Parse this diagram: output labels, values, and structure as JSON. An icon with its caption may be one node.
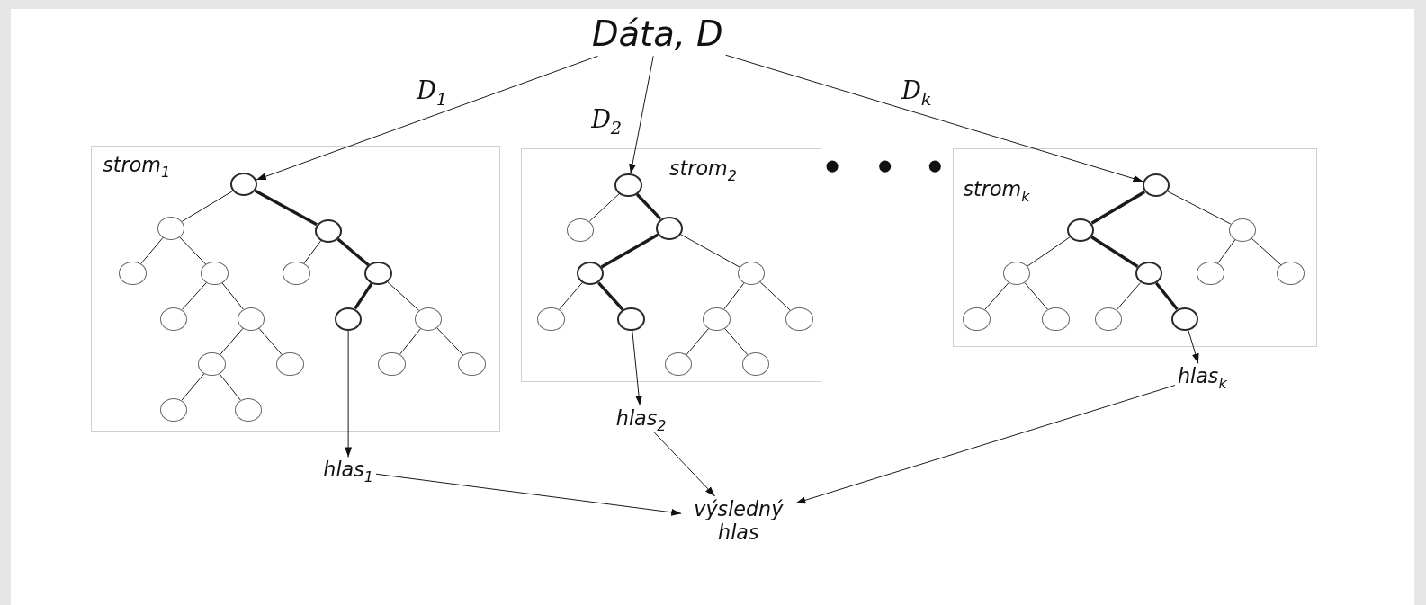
{
  "diagram": {
    "nodes": [
      {
        "text": [
          "Dáta, D"
        ]
      },
      {
        "text": [
          "strom$_{1}$"
        ]
      },
      {
        "text": [],
        "shape": "circle",
        "in": 1
      },
      {
        "text": [],
        "shape": "circle",
        "in": 1
      },
      {
        "text": [],
        "shape": "circle",
        "in": 1
      },
      {
        "text": [],
        "shape": "circle",
        "in": 1
      },
      {
        "text": [],
        "shape": "circle",
        "in": 1
      },
      {
        "text": [],
        "shape": "circle",
        "in": 1
      },
      {
        "text": [],
        "shape": "circle",
        "in": 1
      },
      {
        "text": [],
        "shape": "circle",
        "in": 1
      },
      {
        "text": [],
        "shape": "circle",
        "in": 1
      },
      {
        "text": [],
        "shape": "circle",
        "in": 1
      },
      {
        "text": [],
        "shape": "circle",
        "in": 1
      },
      {
        "text": [],
        "shape": "circle",
        "in": 1
      },
      {
        "text": [],
        "shape": "circle",
        "in": 1
      },
      {
        "text": [],
        "shape": "circle",
        "in": 1
      },
      {
        "text": [],
        "shape": "circle",
        "in": 1
      },
      {
        "text": [],
        "shape": "circle",
        "in": 1
      },
      {
        "text": [],
        "shape": "circle",
        "in": 1
      },
      {
        "text": [
          "strom$_{2}$"
        ]
      },
      {
        "text": [],
        "shape": "circle",
        "in": 19
      },
      {
        "text": [],
        "shape": "circle",
        "in": 19
      },
      {
        "text": [],
        "shape": "circle",
        "in": 19
      },
      {
        "text": [],
        "shape": "circle",
        "in": 19
      },
      {
        "text": [],
        "shape": "circle",
        "in": 19
      },
      {
        "text": [],
        "shape": "circle",
        "in": 19
      },
      {
        "text": [],
        "shape": "circle",
        "in": 19
      },
      {
        "text": [],
        "shape": "circle",
        "in": 19
      },
      {
        "text": [],
        "shape": "circle",
        "in": 19
      },
      {
        "text": [],
        "shape": "circle",
        "in": 19
      },
      {
        "text": [],
        "shape": "circle",
        "in": 19
      },
      {
        "text": [
          "strom$_{k}$"
        ]
      },
      {
        "text": [],
        "shape": "circle",
        "in": 31
      },
      {
        "text": [],
        "shape": "circle",
        "in": 31
      },
      {
        "text": [],
        "shape": "circle",
        "in": 31
      },
      {
        "text": [],
        "shape": "circle",
        "in": 31
      },
      {
        "text": [],
        "shape": "circle",
        "in": 31
      },
      {
        "text": [],
        "shape": "circle",
        "in": 31
      },
      {
        "text": [],
        "shape": "circle",
        "in": 31
      },
      {
        "text": [],
        "shape": "circle",
        "in": 31
      },
      {
        "text": [],
        "shape": "circle",
        "in": 31
      },
      {
        "text": [],
        "shape": "circle",
        "in": 31
      },
      {
        "text": [],
        "shape": "circle",
        "in": 31
      },
      {
        "text": [
          "hlas$_{1}$"
        ]
      },
      {
        "text": [
          "hlas$_{2}$"
        ]
      },
      {
        "text": [
          "hlas$_{k}$"
        ]
      },
      {
        "text": [
          "výsledný hlas"
        ]
      }
    ],
    "edges": [
      {
        "from": 0,
        "to": 2,
        "arrow": "to",
        "label": "D$_{1}$"
      },
      {
        "from": 0,
        "to": 20,
        "arrow": "to",
        "label": "D$_{2}$"
      },
      {
        "from": 0,
        "to": 32,
        "arrow": "to",
        "label": "D$_{k}$"
      },
      {
        "from": 2,
        "to": 3,
        "arrow": "none"
      },
      {
        "from": 2,
        "to": 4,
        "arrow": "none",
        "style": "thick"
      },
      {
        "from": 3,
        "to": 5,
        "arrow": "none"
      },
      {
        "from": 3,
        "to": 6,
        "arrow": "none"
      },
      {
        "from": 6,
        "to": 7,
        "arrow": "none"
      },
      {
        "from": 6,
        "to": 8,
        "arrow": "none"
      },
      {
        "from": 8,
        "to": 9,
        "arrow": "none"
      },
      {
        "from": 8,
        "to": 10,
        "arrow": "none"
      },
      {
        "from": 9,
        "to": 11,
        "arrow": "none"
      },
      {
        "from": 9,
        "to": 12,
        "arrow": "none"
      },
      {
        "from": 4,
        "to": 13,
        "arrow": "none"
      },
      {
        "from": 4,
        "to": 14,
        "arrow": "none",
        "style": "thick"
      },
      {
        "from": 14,
        "to": 15,
        "arrow": "none",
        "style": "thick"
      },
      {
        "from": 14,
        "to": 16,
        "arrow": "none"
      },
      {
        "from": 16,
        "to": 17,
        "arrow": "none"
      },
      {
        "from": 16,
        "to": 18,
        "arrow": "none"
      },
      {
        "from": 20,
        "to": 21,
        "arrow": "none"
      },
      {
        "from": 20,
        "to": 22,
        "arrow": "none",
        "style": "thick"
      },
      {
        "from": 22,
        "to": 23,
        "arrow": "none",
        "style": "thick"
      },
      {
        "from": 22,
        "to": 24,
        "arrow": "none"
      },
      {
        "from": 23,
        "to": 25,
        "arrow": "none"
      },
      {
        "from": 23,
        "to": 26,
        "arrow": "none",
        "style": "thick"
      },
      {
        "from": 24,
        "to": 27,
        "arrow": "none"
      },
      {
        "from": 24,
        "to": 28,
        "arrow": "none"
      },
      {
        "from": 27,
        "to": 29,
        "arrow": "none"
      },
      {
        "from": 27,
        "to": 30,
        "arrow": "none"
      },
      {
        "from": 32,
        "to": 33,
        "arrow": "none",
        "style": "thick"
      },
      {
        "from": 32,
        "to": 34,
        "arrow": "none"
      },
      {
        "from": 33,
        "to": 35,
        "arrow": "none"
      },
      {
        "from": 33,
        "to": 36,
        "arrow": "none",
        "style": "thick"
      },
      {
        "from": 34,
        "to": 37,
        "arrow": "none"
      },
      {
        "from": 34,
        "to": 38,
        "arrow": "none"
      },
      {
        "from": 35,
        "to": 39,
        "arrow": "none"
      },
      {
        "from": 35,
        "to": 40,
        "arrow": "none"
      },
      {
        "from": 36,
        "to": 41,
        "arrow": "none"
      },
      {
        "from": 36,
        "to": 42,
        "arrow": "none",
        "style": "thick"
      },
      {
        "from": 15,
        "to": 43,
        "arrow": "to"
      },
      {
        "from": 26,
        "to": 44,
        "arrow": "to"
      },
      {
        "from": 42,
        "to": 45,
        "arrow": "to"
      },
      {
        "from": 43,
        "to": 46,
        "arrow": "to"
      },
      {
        "from": 44,
        "to": 46,
        "arrow": "to"
      },
      {
        "from": 45,
        "to": 46,
        "arrow": "to"
      }
    ]
  }
}
